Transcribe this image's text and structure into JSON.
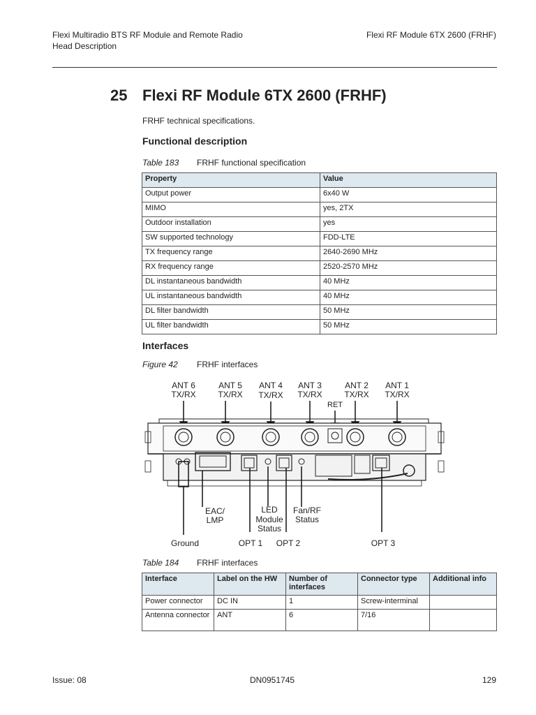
{
  "header": {
    "left_line1": "Flexi Multiradio BTS RF Module and Remote Radio",
    "left_line2": "Head Description",
    "right": "Flexi RF Module 6TX 2600 (FRHF)"
  },
  "chapter": {
    "number": "25",
    "title": "Flexi RF Module 6TX 2600 (FRHF)",
    "intro": "FRHF technical specifications."
  },
  "functional": {
    "heading": "Functional description",
    "caption_label": "Table 183",
    "caption_text": "FRHF functional specification",
    "col_property": "Property",
    "col_value": "Value",
    "rows": [
      {
        "property": "Output power",
        "value": "6x40 W"
      },
      {
        "property": "MIMO",
        "value": "yes, 2TX"
      },
      {
        "property": "Outdoor installation",
        "value": "yes"
      },
      {
        "property": "SW supported technology",
        "value": "FDD-LTE"
      },
      {
        "property": "TX frequency range",
        "value": "2640-2690 MHz"
      },
      {
        "property": "RX frequency range",
        "value": "2520-2570 MHz"
      },
      {
        "property": "DL instantaneous bandwidth",
        "value": "40 MHz"
      },
      {
        "property": "UL instantaneous bandwidth",
        "value": "40 MHz"
      },
      {
        "property": "DL filter bandwidth",
        "value": "50 MHz"
      },
      {
        "property": "UL filter bandwidth",
        "value": "50 MHz"
      }
    ]
  },
  "interfaces": {
    "heading": "Interfaces",
    "figure_label": "Figure 42",
    "figure_text": "FRHF interfaces",
    "figure_labels": {
      "ant6": "ANT 6",
      "ant5": "ANT 5",
      "ant4": "ANT 4",
      "ant3": "ANT 3",
      "ant2": "ANT 2",
      "ant1": "ANT 1",
      "txrx": "TX/RX",
      "ret": "RET",
      "eac1": "EAC/",
      "eac2": "LMP",
      "led1": "LED",
      "led2": "Module",
      "led3": "Status",
      "fan1": "Fan/RF",
      "fan2": "Status",
      "ground": "Ground",
      "opt1": "OPT 1",
      "opt2": "OPT 2",
      "opt3": "OPT 3"
    },
    "table_label": "Table 184",
    "table_text": "FRHF interfaces",
    "columns": [
      "Interface",
      "Label on the HW",
      "Number of interfaces",
      "Connector type",
      "Additional info"
    ],
    "rows": [
      {
        "interface": "Power connector",
        "label": "DC IN",
        "number": "1",
        "connector": "Screw-interminal",
        "info": ""
      },
      {
        "interface": "Antenna connector",
        "label": "ANT",
        "number": "6",
        "connector": "7/16",
        "info": ""
      }
    ]
  },
  "footer": {
    "issue": "Issue: 08",
    "doc": "DN0951745",
    "page": "129"
  }
}
